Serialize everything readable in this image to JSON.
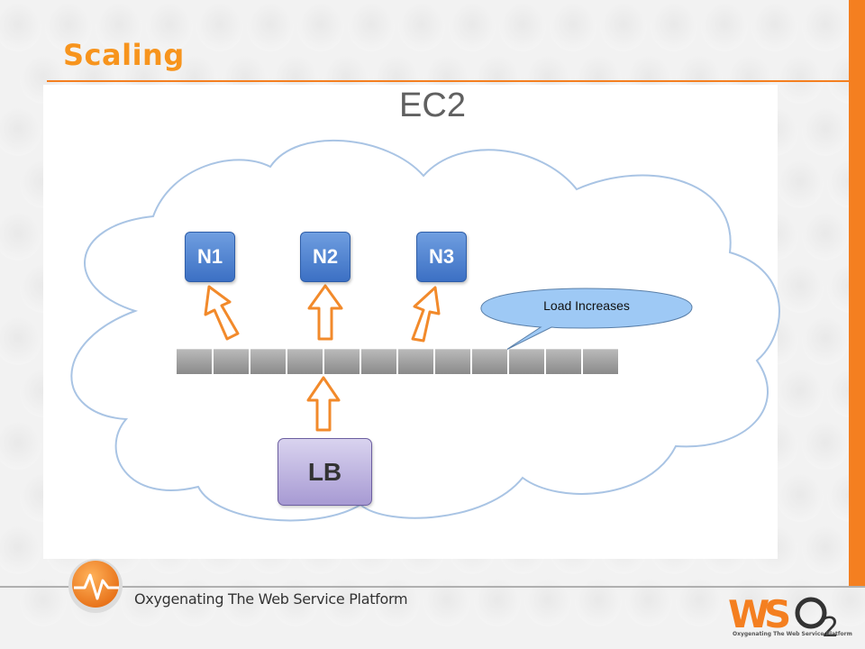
{
  "slide": {
    "title": "Scaling",
    "diagram_title": "EC2"
  },
  "nodes": [
    {
      "label": "N1"
    },
    {
      "label": "N2"
    },
    {
      "label": "N3"
    }
  ],
  "load_balancer": {
    "label": "LB"
  },
  "callout": {
    "text": "Load Increases"
  },
  "footer": {
    "tagline": "Oxygenating The Web Service Platform",
    "brand": {
      "w": "W",
      "s": "S",
      "o": "O",
      "two": "2",
      "sub": "Oxygenating The Web Service Platform"
    }
  },
  "colors": {
    "accent_orange": "#f47f20",
    "title_orange": "#f7941d",
    "node_blue": "#4a7fd0",
    "lb_purple": "#b5a9dc",
    "callout_blue": "#9ec9f5"
  }
}
